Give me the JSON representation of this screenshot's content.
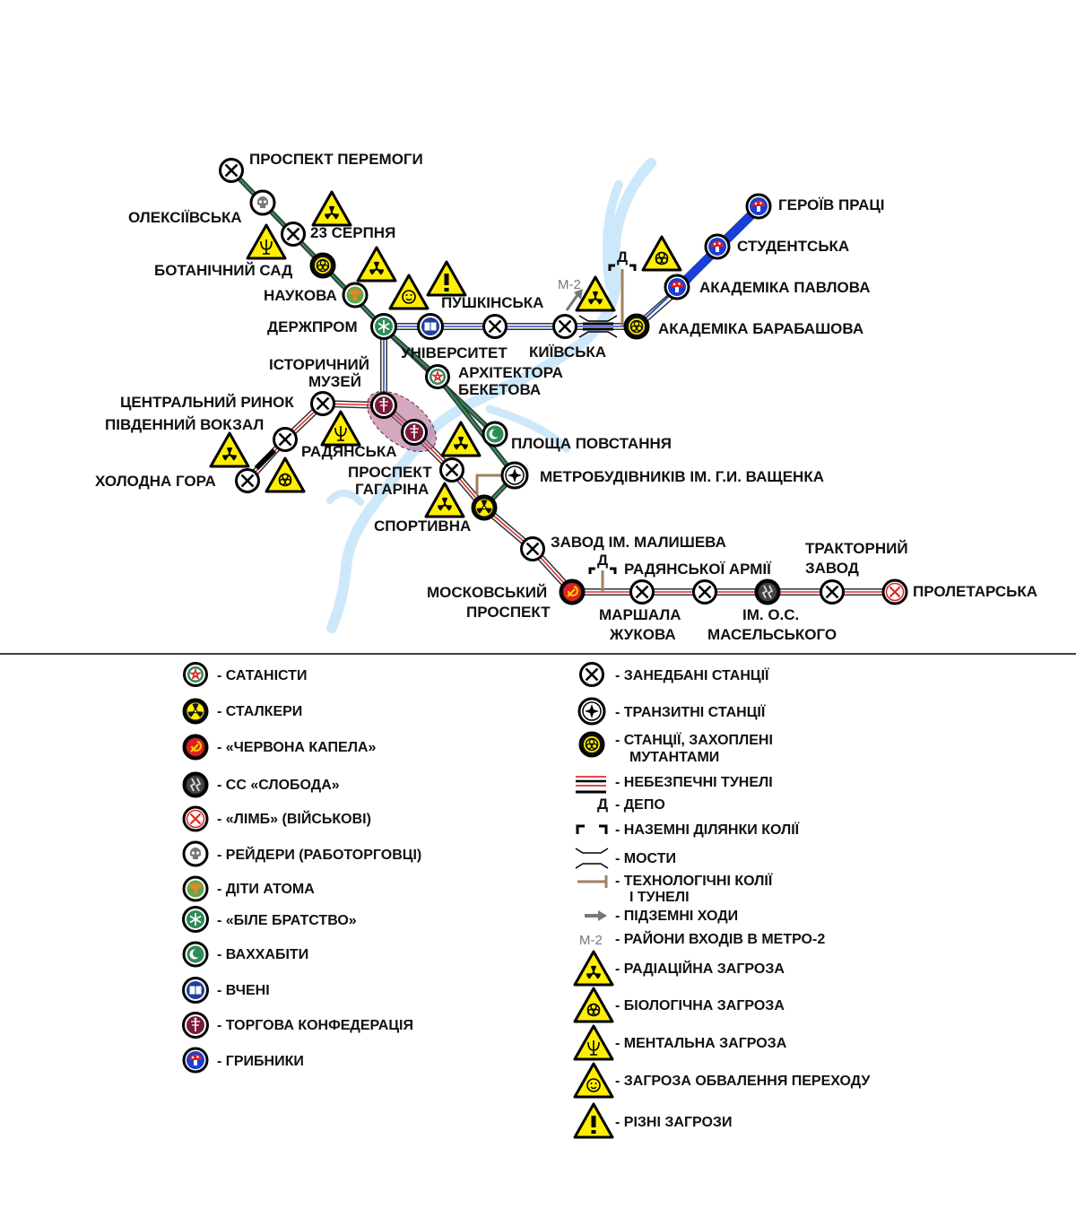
{
  "colors": {
    "river": "#cde8fa",
    "green_line": "#2e8b57",
    "blue_line": "#2b4fc0",
    "red_line": "#e03030",
    "mushroom_line": "#1a3fd6",
    "hazard_yellow": "#ffee00",
    "tech_track": "#a08060",
    "trade_zone": "#b0608a"
  },
  "stations": {
    "prospekt_peremohy": "ПРОСПЕКТ ПЕРЕМОГИ",
    "oleksiivska": "ОЛЕКСІЇВСЬКА",
    "serpnia_23": "23 СЕРПНЯ",
    "botanichnyi_sad": "БОТАНІЧНИЙ САД",
    "naukova": "НАУКОВА",
    "derzhprom": "ДЕРЖПРОМ",
    "universytet": "УНІВЕРСИТЕТ",
    "pushkinska": "ПУШКІНСЬКА",
    "kyivska": "КИЇВСЬКА",
    "akademika_barabashova": "АКАДЕМІКА БАРАБАШОВА",
    "akademika_pavlova": "АКАДЕМІКА ПАВЛОВА",
    "studentska": "СТУДЕНТСЬКА",
    "heroiv_pratsi": "ГЕРОЇВ ПРАЦІ",
    "istorychnyi_muzei_1": "ІСТОРИЧНИЙ",
    "istorychnyi_muzei_2": "МУЗЕЙ",
    "arkhitektora_beketova_1": "АРХІТЕКТОРА",
    "arkhitektora_beketova_2": "БЕКЕТОВА",
    "tsentralnyi_rynok": "ЦЕНТРАЛЬНИЙ РИНОК",
    "pivdennyi_vokzal": "ПІВДЕННИЙ ВОКЗАЛ",
    "radianska": "РАДЯНСЬКА",
    "kholodna_hora": "ХОЛОДНА ГОРА",
    "ploshcha_povstannia": "ПЛОЩА ПОВСТАННЯ",
    "prospekt_haharina_1": "ПРОСПЕКТ",
    "prospekt_haharina_2": "ГАГАРІНА",
    "metrobudivnykiv": "МЕТРОБУДІВНИКІВ ІМ. Г.И. ВАЩЕНКА",
    "sportyvna": "СПОРТИВНА",
    "zavod_malysheva": "ЗАВОД ІМ. МАЛИШЕВА",
    "moskovskyi_prospekt_1": "МОСКОВСЬКИЙ",
    "moskovskyi_prospekt_2": "ПРОСПЕКТ",
    "marshala_zhukova_1": "МАРШАЛА",
    "marshala_zhukova_2": "ЖУКОВА",
    "radianskoi_armii": "РАДЯНСЬКОЇ АРМІЇ",
    "masel_skoho_1": "ІМ. О.С.",
    "masel_skoho_2": "МАСЕЛЬСЬКОГО",
    "traktornyi_zavod_1": "ТРАКТОРНИЙ",
    "traktornyi_zavod_2": "ЗАВОД",
    "proletarska": "ПРОЛЕТАРСЬКА"
  },
  "map_marks": {
    "depot": "Д",
    "metro2": "М-2"
  },
  "legend": {
    "factions": [
      {
        "icon": "pentagram-icon",
        "label": "- САТАНІСТИ"
      },
      {
        "icon": "radiation-icon",
        "label": "- СТАЛКЕРИ"
      },
      {
        "icon": "hammer-sickle-icon",
        "label": "- «ЧЕРВОНА КАПЕЛА»"
      },
      {
        "icon": "ss-runes-icon",
        "label": "- СС «СЛОБОДА»"
      },
      {
        "icon": "limb-cross-icon",
        "label": "- «ЛІМБ» (ВІЙСЬКОВІ)"
      },
      {
        "icon": "skull-icon",
        "label": "- РЕЙДЕРИ (РАБОТОРГОВЦІ)"
      },
      {
        "icon": "mushroom-cloud-icon",
        "label": "- ДІТИ АТОМА"
      },
      {
        "icon": "snowflake-icon",
        "label": "- «БІЛЕ БРАТСТВО»"
      },
      {
        "icon": "crescent-icon",
        "label": "- ВАХХАБІТИ"
      },
      {
        "icon": "book-icon",
        "label": "- ВЧЕНІ"
      },
      {
        "icon": "caduceus-icon",
        "label": "- ТОРГОВА КОНФЕДЕРАЦІЯ"
      },
      {
        "icon": "mushroom-icon",
        "label": "- ГРИБНИКИ"
      }
    ],
    "right": {
      "abandoned": "- ЗАНЕДБАНІ СТАНЦІЇ",
      "transit": "- ТРАНЗИТНІ СТАНЦІЇ",
      "mutants_1": "- СТАНЦІЇ, ЗАХОПЛЕНІ",
      "mutants_2": "МУТАНТАМИ",
      "dangerous": "- НЕБЕЗПЕЧНІ ТУНЕЛІ",
      "depot_symbol": "Д",
      "depot": "- ДЕПО",
      "surface": "- НАЗЕМНІ ДІЛЯНКИ КОЛІЇ",
      "bridges": "- МОСТИ",
      "tech_1": "- ТЕХНОЛОГІЧНІ КОЛІЇ",
      "tech_2": "І ТУНЕЛІ",
      "passages": "- ПІДЗЕМНІ ХОДИ",
      "m2_symbol": "М-2",
      "m2": "- РАЙОНИ ВХОДІВ В МЕТРО-2",
      "radiation": "- РАДІАЦІЙНА ЗАГРОЗА",
      "biological": "- БІОЛОГІЧНА ЗАГРОЗА",
      "mental": "- МЕНТАЛЬНА ЗАГРОЗА",
      "collapse": "- ЗАГРОЗА ОБВАЛЕННЯ ПЕРЕХОДУ",
      "various": "- РІЗНІ ЗАГРОЗИ"
    }
  }
}
